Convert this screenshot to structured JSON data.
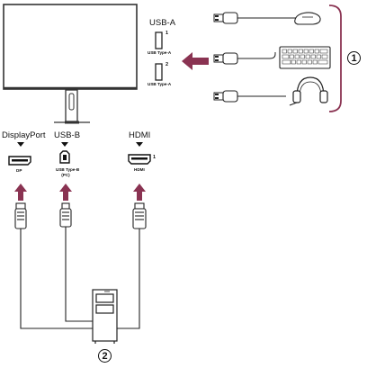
{
  "monitor": {
    "usb_a_title": "USB-A",
    "usb_a_port1_num": "1",
    "usb_a_port1_label": "USB Type-A",
    "usb_a_port2_num": "2",
    "usb_a_port2_label": "USB Type-A"
  },
  "ports": {
    "displayport": {
      "title": "DisplayPort",
      "label": "DP"
    },
    "usb_b": {
      "title": "USB-B",
      "label_line1": "USB Type-B",
      "label_line2": "(PC)"
    },
    "hdmi": {
      "title": "HDMI",
      "num": "1",
      "label": "HDMI"
    }
  },
  "callouts": {
    "devices": "1",
    "pc": "2"
  },
  "devices": [
    "mouse-icon",
    "keyboard-icon",
    "headset-icon"
  ],
  "colors": {
    "arrow": "#8a3352",
    "line": "#333333"
  }
}
